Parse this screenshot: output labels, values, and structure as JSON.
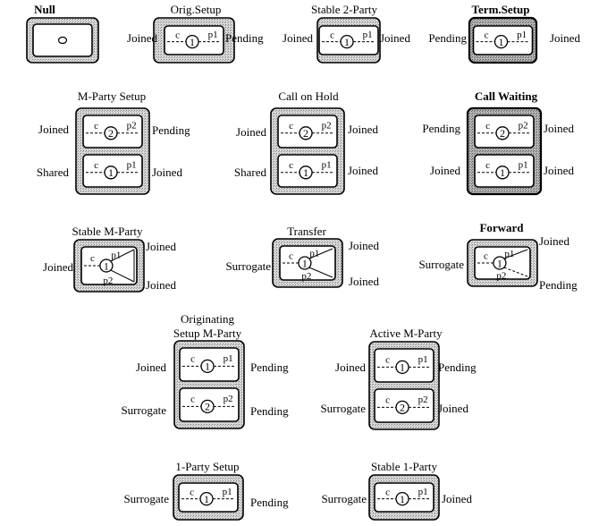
{
  "diagram": {
    "states": [
      {
        "id": "null",
        "title": [
          "Null"
        ],
        "bold": true,
        "kind": "null"
      },
      {
        "id": "orig-setup",
        "title": [
          "Orig.Setup"
        ],
        "kind": "single",
        "num": "1",
        "port": "p1",
        "left": [
          "Joined"
        ],
        "right": [
          "Pending"
        ]
      },
      {
        "id": "stable-2-party",
        "title": [
          "Stable 2-Party"
        ],
        "kind": "single",
        "num": "1",
        "port": "p1",
        "left": [
          "Joined"
        ],
        "right": [
          "Joined"
        ]
      },
      {
        "id": "term-setup",
        "title": [
          "Term.Setup"
        ],
        "bold": true,
        "kind": "single",
        "num": "1",
        "port": "p1",
        "left": [
          "Pending"
        ],
        "right": [
          "Joined"
        ]
      },
      {
        "id": "m-party-setup",
        "title": [
          "M-Party Setup"
        ],
        "kind": "double",
        "top": {
          "num": "2",
          "port": "p2"
        },
        "bottom": {
          "num": "1",
          "port": "p1"
        },
        "left": [
          "Joined",
          "Shared"
        ],
        "right": [
          "Pending",
          "Joined"
        ]
      },
      {
        "id": "call-on-hold",
        "title": [
          "Call on Hold"
        ],
        "kind": "double",
        "top": {
          "num": "2",
          "port": "p2"
        },
        "bottom": {
          "num": "1",
          "port": "p1"
        },
        "left": [
          "Joined",
          "Shared"
        ],
        "right": [
          "Joined",
          "Joined"
        ]
      },
      {
        "id": "call-waiting",
        "title": [
          "Call Waiting"
        ],
        "bold": true,
        "kind": "double",
        "top": {
          "num": "2",
          "port": "p2"
        },
        "bottom": {
          "num": "1",
          "port": "p1"
        },
        "left": [
          "Pending",
          "Joined"
        ],
        "right": [
          "Joined",
          "Joined"
        ]
      },
      {
        "id": "stable-m-party",
        "title": [
          "Stable M-Party"
        ],
        "kind": "fork",
        "num": "1",
        "ports": [
          "p1",
          "p2"
        ],
        "left": [
          "Joined"
        ],
        "right": [
          "Joined",
          "Joined"
        ]
      },
      {
        "id": "transfer",
        "title": [
          "Transfer"
        ],
        "kind": "fork",
        "num": "1",
        "ports": [
          "p1",
          "p2"
        ],
        "left": [
          "Surrogate"
        ],
        "right": [
          "Joined",
          "Joined"
        ]
      },
      {
        "id": "forward",
        "title": [
          "Forward"
        ],
        "bold": true,
        "kind": "fork",
        "num": "1",
        "ports": [
          "p1",
          "p2"
        ],
        "left": [
          "Surrogate"
        ],
        "right": [
          "Joined",
          "Pending"
        ]
      },
      {
        "id": "originating-setup-m-party",
        "title": [
          "Originating",
          "Setup M-Party"
        ],
        "kind": "double",
        "top": {
          "num": "1",
          "port": "p1"
        },
        "bottom": {
          "num": "2",
          "port": "p2"
        },
        "left": [
          "Joined",
          "Surrogate"
        ],
        "right": [
          "Pending",
          "Pending"
        ]
      },
      {
        "id": "active-m-party",
        "title": [
          "Active M-Party"
        ],
        "kind": "double",
        "top": {
          "num": "1",
          "port": "p1"
        },
        "bottom": {
          "num": "2",
          "port": "p2"
        },
        "left": [
          "Joined",
          "Surrogate"
        ],
        "right": [
          "Pending",
          "Joined"
        ]
      },
      {
        "id": "1-party-setup",
        "title": [
          "1-Party Setup"
        ],
        "kind": "single",
        "num": "1",
        "port": "p1",
        "left": [
          "Surrogate"
        ],
        "right": [
          "Pending"
        ]
      },
      {
        "id": "stable-1-party",
        "title": [
          "Stable 1-Party"
        ],
        "kind": "single",
        "num": "1",
        "port": "p1",
        "left": [
          "Surrogate"
        ],
        "right": [
          "Joined"
        ]
      }
    ],
    "c_label": "c",
    "colors": {
      "shade": "#c8c8c8",
      "shade_dark": "#a6a6a6",
      "line": "#000000",
      "box": "#ffffff"
    }
  }
}
